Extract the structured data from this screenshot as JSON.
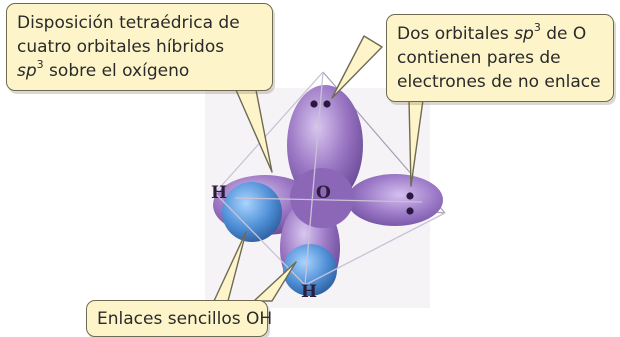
{
  "callouts": {
    "tetrahedral": {
      "line1": "Disposición tetraédrica de",
      "line2": "cuatro orbitales híbridos",
      "line3_pre": "sp",
      "line3_sup": "3",
      "line3_post": " sobre el oxígeno"
    },
    "lone_pairs": {
      "line1_pre": "Dos orbitales ",
      "line1_italic": "sp",
      "line1_sup": "3",
      "line1_post": " de O",
      "line2": "contienen pares de",
      "line3": "electrones de no enlace"
    },
    "bonds": {
      "text": "Enlaces sencillos OH"
    }
  },
  "atoms": {
    "oxygen": "O",
    "hydrogen_left": "H",
    "hydrogen_bottom": "H"
  },
  "colors": {
    "callout_fill": "#fdf5c9",
    "lobe_purple": "#9a76c3",
    "hydrogen_blue": "#4f8fd6",
    "electron_dot": "#2b1840"
  }
}
